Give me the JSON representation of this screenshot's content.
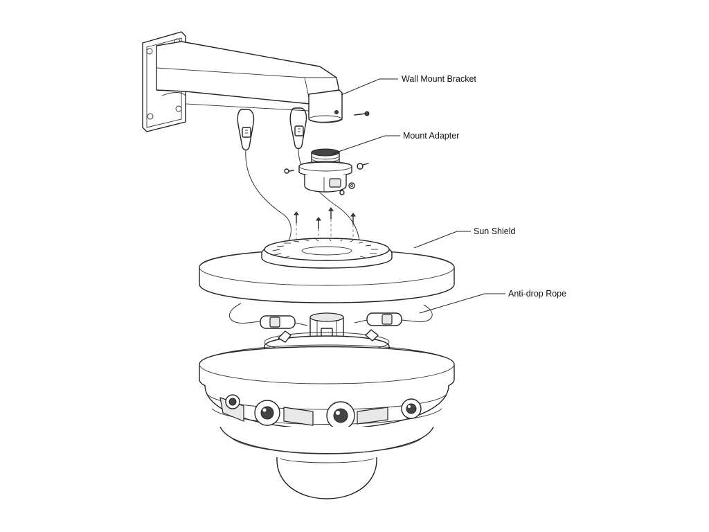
{
  "diagram": {
    "labels": {
      "wall_mount_bracket": "Wall Mount Bracket",
      "mount_adapter": "Mount Adapter",
      "sun_shield": "Sun Shield",
      "anti_drop_rope": "Anti-drop Rope"
    }
  }
}
